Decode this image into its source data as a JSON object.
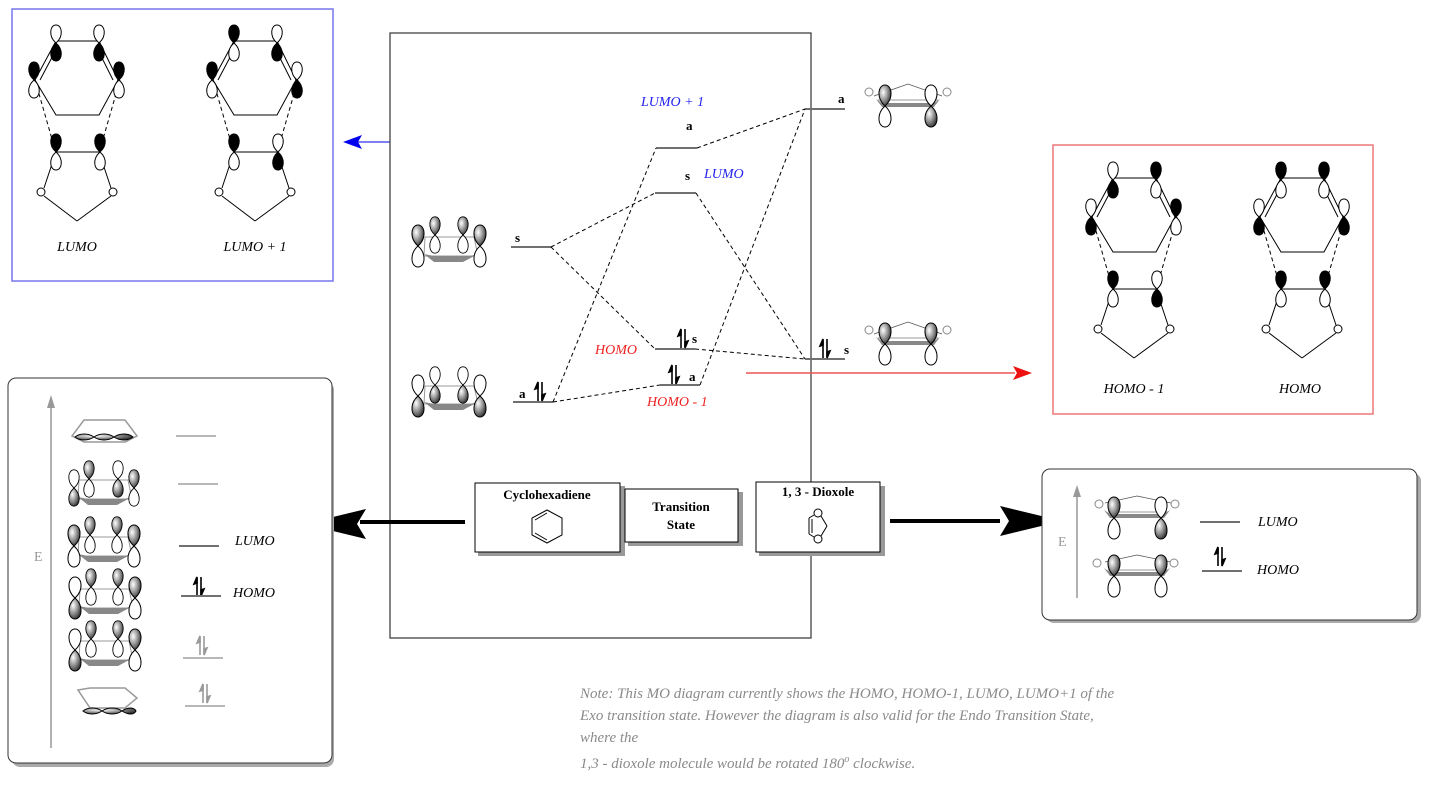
{
  "colors": {
    "lumo_accent": "#2222ee",
    "homo_accent": "#ee2222",
    "lumo_box_border": "#7777ee",
    "homo_box_border": "#ee7777",
    "level_line": "#707070",
    "faint": "#a0a0a0"
  },
  "lumo_panel": {
    "captions": [
      "LUMO",
      "LUMO + 1"
    ]
  },
  "homo_panel": {
    "captions": [
      "HOMO - 1",
      "HOMO"
    ]
  },
  "main_diagram": {
    "left_levels": [
      {
        "symmetry": "s",
        "occupied": false
      },
      {
        "symmetry": "a",
        "occupied": true
      }
    ],
    "center_levels": [
      {
        "symmetry": "a",
        "label": "LUMO + 1",
        "occupied": false
      },
      {
        "symmetry": "s",
        "label": "LUMO",
        "occupied": false
      },
      {
        "symmetry": "s",
        "label": "HOMO",
        "occupied": true
      },
      {
        "symmetry": "a",
        "label": "HOMO - 1",
        "occupied": true
      }
    ],
    "right_levels": [
      {
        "symmetry": "a",
        "occupied": false
      },
      {
        "symmetry": "s",
        "occupied": true
      }
    ],
    "boxes": {
      "left_title": "Cyclohexadiene",
      "center_title_line1": "Transition",
      "center_title_line2": "State",
      "right_title": "1, 3 - Dioxole"
    }
  },
  "cyclohexadiene_panel": {
    "axis_label": "E",
    "levels": [
      {
        "label": "",
        "occupied": false,
        "faint": true
      },
      {
        "label": "",
        "occupied": false,
        "faint": true
      },
      {
        "label": "LUMO",
        "occupied": false,
        "faint": false
      },
      {
        "label": "HOMO",
        "occupied": true,
        "faint": false
      },
      {
        "label": "",
        "occupied": true,
        "faint": true
      },
      {
        "label": "",
        "occupied": true,
        "faint": true
      }
    ]
  },
  "dioxole_panel": {
    "axis_label": "E",
    "levels": [
      {
        "label": "LUMO",
        "occupied": false
      },
      {
        "label": "HOMO",
        "occupied": true
      }
    ]
  },
  "note": {
    "line1": "Note: This MO diagram currently shows the HOMO, HOMO-1, LUMO, LUMO+1 of the",
    "line2": "Exo transition state. However the diagram is also valid for the Endo Transition State, where the",
    "line3_pre": "1,3 - dioxole molecule would be rotated 180",
    "line3_sup": "o",
    "line3_post": " clockwise."
  }
}
